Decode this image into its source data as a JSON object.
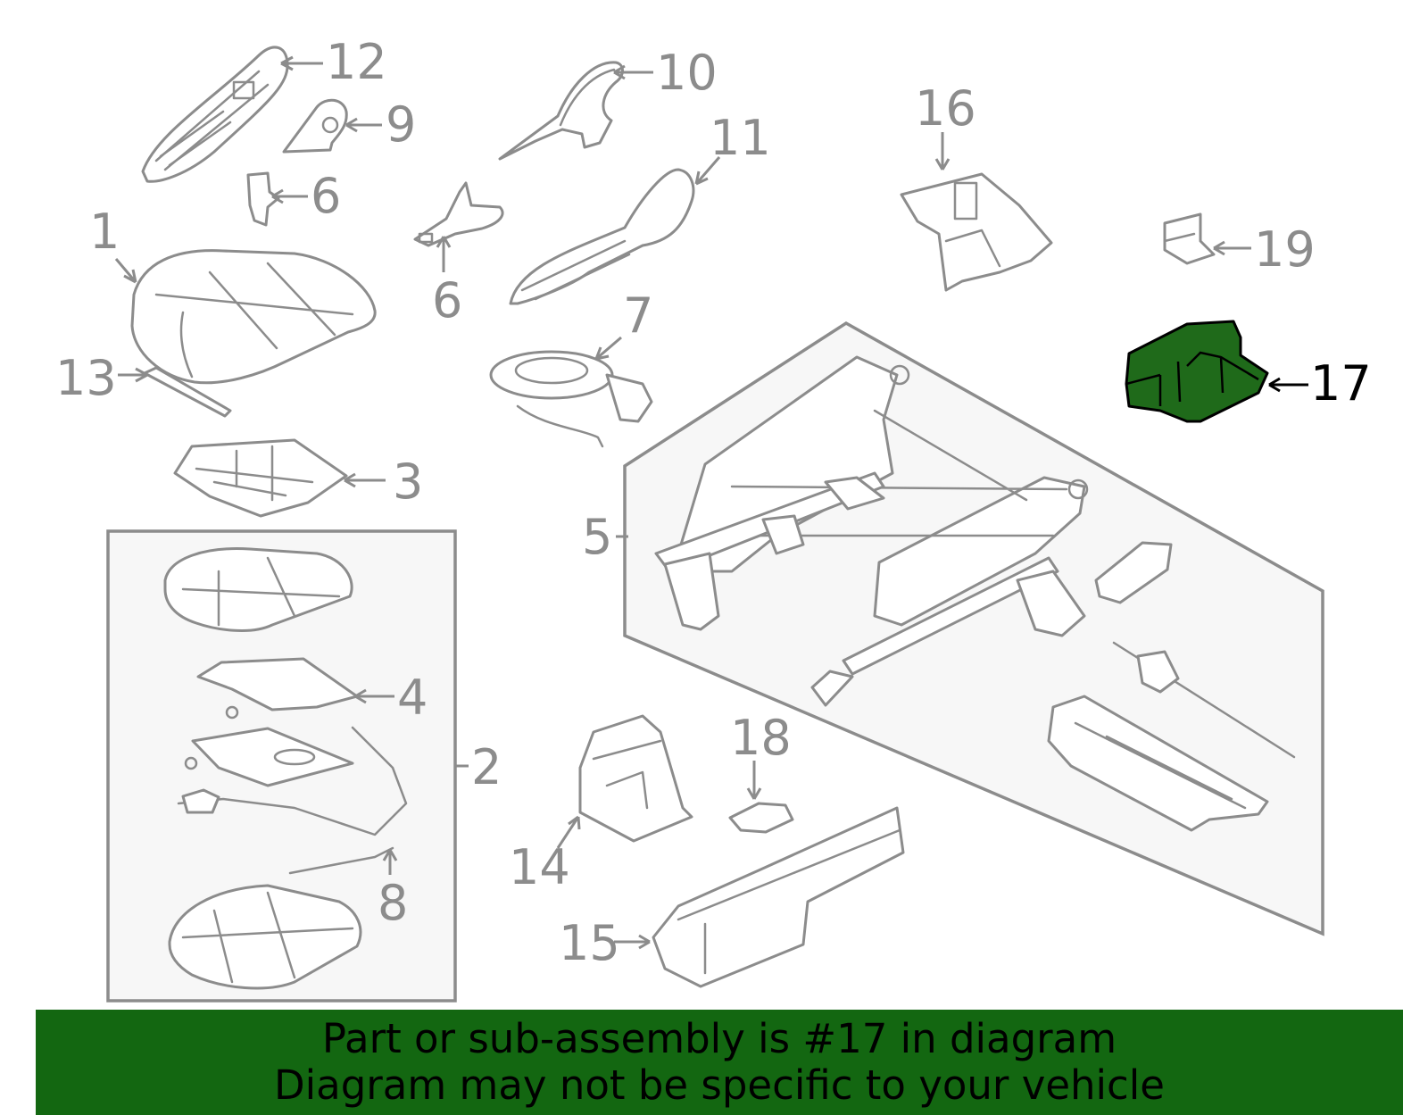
{
  "diagram": {
    "highlight_color": "#1f6a1a",
    "line_color": "#8c8c8c",
    "highlighted_part": "17",
    "callouts": [
      {
        "id": "c12",
        "label": "12"
      },
      {
        "id": "c9",
        "label": "9"
      },
      {
        "id": "c6a",
        "label": "6"
      },
      {
        "id": "c1",
        "label": "1"
      },
      {
        "id": "c13",
        "label": "13"
      },
      {
        "id": "c3",
        "label": "3"
      },
      {
        "id": "c10",
        "label": "10"
      },
      {
        "id": "c11",
        "label": "11"
      },
      {
        "id": "c6b",
        "label": "6"
      },
      {
        "id": "c7",
        "label": "7"
      },
      {
        "id": "c16",
        "label": "16"
      },
      {
        "id": "c19",
        "label": "19"
      },
      {
        "id": "c17",
        "label": "17"
      },
      {
        "id": "c5",
        "label": "5"
      },
      {
        "id": "c4",
        "label": "4"
      },
      {
        "id": "c2",
        "label": "2"
      },
      {
        "id": "c8",
        "label": "8"
      },
      {
        "id": "c14",
        "label": "14"
      },
      {
        "id": "c18",
        "label": "18"
      },
      {
        "id": "c15",
        "label": "15"
      }
    ]
  },
  "banner": {
    "line1": "Part or sub-assembly is #17 in diagram",
    "line2": "Diagram may not be specific to your vehicle"
  }
}
